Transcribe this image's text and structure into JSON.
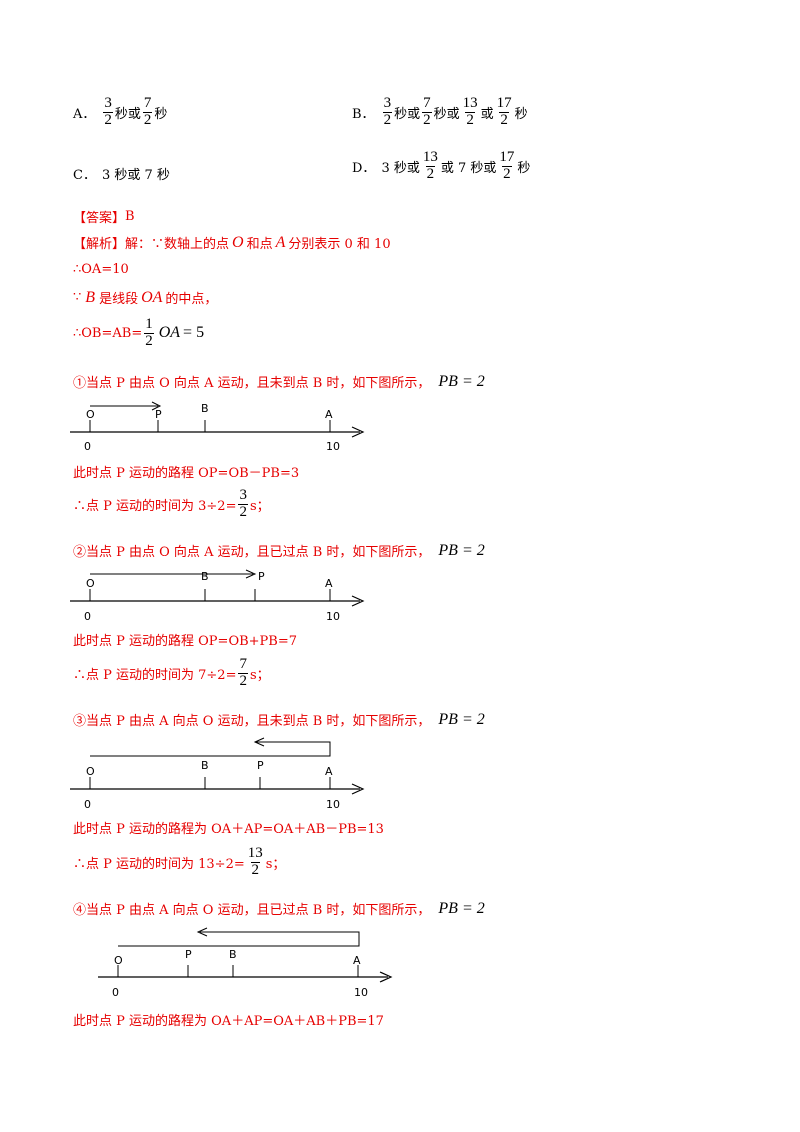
{
  "options": {
    "A": {
      "label": "A．",
      "f1_num": "3",
      "f1_den": "2",
      "t1": "秒或",
      "f2_num": "7",
      "f2_den": "2",
      "t2": "秒"
    },
    "B": {
      "label": "B．",
      "f1_num": "3",
      "f1_den": "2",
      "t1": "秒或",
      "f2_num": "7",
      "f2_den": "2",
      "t2": "秒或",
      "f3_num": "13",
      "f3_den": "2",
      "t3": "或",
      "f4_num": "17",
      "f4_den": "2",
      "t4": "秒"
    },
    "C": {
      "label": "C．",
      "text": "3 秒或 7 秒"
    },
    "D": {
      "label": "D．",
      "t0": "3 秒或",
      "f1_num": "13",
      "f1_den": "2",
      "t1": "或 7 秒或",
      "f2_num": "17",
      "f2_den": "2",
      "t2": "秒"
    }
  },
  "answer": {
    "bracket": "【答案】",
    "value": "B"
  },
  "analysis": {
    "bracket": "【解析】",
    "l1_a": "解：∵数轴上的点",
    "l1_O": "O",
    "l1_b": "和点",
    "l1_A": "A",
    "l1_c": "分别表示 0 和 10",
    "l2": "∴OA=10",
    "l3_a": "∵",
    "l3_B": "B",
    "l3_b": "是线段",
    "l3_OA": "OA",
    "l3_c": "的中点，",
    "l4_a": "∴OB=AB=",
    "l4_num": "1",
    "l4_den": "2",
    "l4_b": "OA",
    "l4_c": "= 5"
  },
  "cases": [
    {
      "title": "①当点 P 由点 O 向点 A 运动，且未到点 B 时，如下图所示，",
      "cond": "PB = 2",
      "path": "此时点 P 运动的路程 OP=OB－PB=3",
      "time_a": "∴点 P 运动的时间为 3÷2=",
      "num": "3",
      "den": "2",
      "time_b": "s；"
    },
    {
      "title": "②当点 P 由点 O 向点 A 运动，且已过点 B 时，如下图所示，",
      "cond": "PB = 2",
      "path": "此时点 P 运动的路程 OP=OB+PB=7",
      "time_a": "∴点 P 运动的时间为 7÷2=",
      "num": "7",
      "den": "2",
      "time_b": "s；"
    },
    {
      "title": "③当点 P 由点 A 向点 O 运动，且未到点 B 时，如下图所示，",
      "cond": "PB = 2",
      "path": "此时点 P 运动的路程为 OA＋AP=OA＋AB－PB=13",
      "time_a": "∴点 P 运动的时间为 13÷2=",
      "num": "13",
      "den": "2",
      "time_b": "s；"
    },
    {
      "title": "④当点 P 由点 A 向点 O 运动，且已过点 B 时，如下图所示，",
      "cond": "PB = 2",
      "path": "此时点 P 运动的路程为 OA＋AP=OA＋AB＋PB=17"
    }
  ],
  "axis_labels": {
    "O": "O",
    "P": "P",
    "B": "B",
    "A": "A",
    "zero": "0",
    "ten": "10"
  }
}
